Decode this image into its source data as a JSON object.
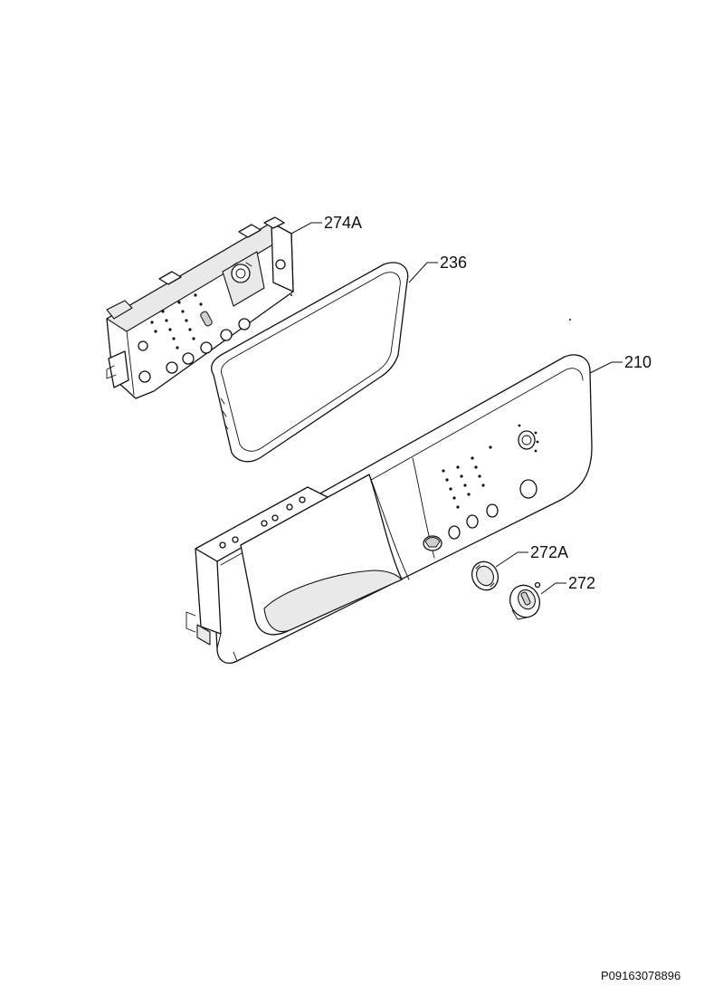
{
  "diagram": {
    "labels": {
      "part_274a": "274A",
      "part_236": "236",
      "part_210": "210",
      "part_272a": "272A",
      "part_272": "272"
    },
    "doc_code": "P09163078896"
  }
}
